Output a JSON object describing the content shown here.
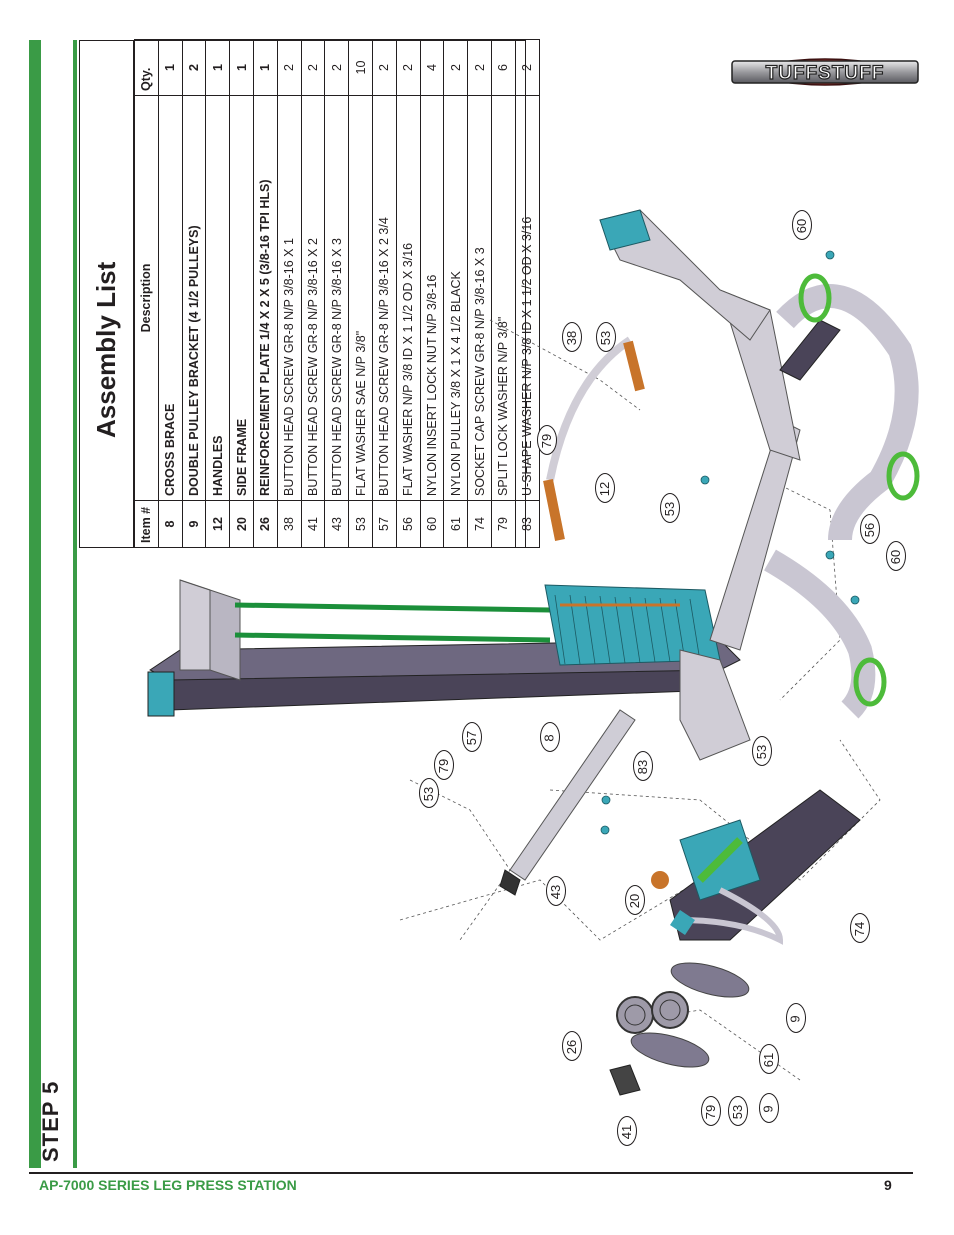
{
  "brand": "TUFFSTUFF",
  "step": "STEP 5",
  "assembly": {
    "title": "Assembly List",
    "headers": [
      "Item #",
      "Description",
      "Qty."
    ],
    "rows": [
      {
        "item": "8",
        "description": "CROSS BRACE",
        "qty": "1",
        "bold": true
      },
      {
        "item": "9",
        "description": "DOUBLE PULLEY BRACKET (4 1/2 PULLEYS)",
        "qty": "2",
        "bold": true
      },
      {
        "item": "12",
        "description": "HANDLES",
        "qty": "1",
        "bold": true
      },
      {
        "item": "20",
        "description": "SIDE FRAME",
        "qty": "1",
        "bold": true
      },
      {
        "item": "26",
        "description": "REINFORCEMENT PLATE 1/4 X 2 X 5 (3/8-16 TPI HLS)",
        "qty": "1",
        "bold": true
      },
      {
        "item": "38",
        "description": "BUTTON HEAD SCREW GR-8 N/P 3/8-16 X 1",
        "qty": "2",
        "bold": false
      },
      {
        "item": "41",
        "description": "BUTTON HEAD SCREW GR-8 N/P 3/8-16 X 2",
        "qty": "2",
        "bold": false
      },
      {
        "item": "43",
        "description": "BUTTON HEAD SCREW GR-8 N/P 3/8-16 X 3",
        "qty": "2",
        "bold": false
      },
      {
        "item": "53",
        "description": "FLAT WASHER SAE N/P 3/8\"",
        "qty": "10",
        "bold": false
      },
      {
        "item": "57",
        "description": "BUTTON HEAD SCREW GR-8 N/P 3/8-16 X 2 3/4",
        "qty": "2",
        "bold": false
      },
      {
        "item": "56",
        "description": "FLAT WASHER N/P 3/8 ID X 1 1/2 OD X 3/16",
        "qty": "2",
        "bold": false
      },
      {
        "item": "60",
        "description": "NYLON INSERT LOCK NUT N/P 3/8-16",
        "qty": "4",
        "bold": false
      },
      {
        "item": "61",
        "description": "NYLON PULLEY 3/8 X 1 X 4 1/2 BLACK",
        "qty": "2",
        "bold": false
      },
      {
        "item": "74",
        "description": "SOCKET CAP SCREW GR-8 N/P 3/8-16 X 3",
        "qty": "2",
        "bold": false
      },
      {
        "item": "79",
        "description": "SPLIT LOCK WASHER N/P 3/8\"",
        "qty": "6",
        "bold": false
      },
      {
        "item": "83",
        "description": "U-SHAPE WASHER  N/P 3/8 ID X 1 1/2 OD X 3/16",
        "qty": "2",
        "bold": false
      }
    ]
  },
  "callouts": [
    "60",
    "38",
    "53",
    "79",
    "12",
    "53",
    "56",
    "60",
    "57",
    "8",
    "79",
    "53",
    "83",
    "53",
    "43",
    "20",
    "74",
    "9",
    "61",
    "26",
    "41",
    "79",
    "53",
    "9"
  ],
  "footer": {
    "title": "AP-7000 SERIES LEG PRESS STATION",
    "page": "9"
  },
  "colors": {
    "green": "#3a9b46",
    "frame": "#d0cdd6",
    "weight": "#3aa7b7",
    "rail": "#4a4458",
    "handle": "#c8742a"
  }
}
